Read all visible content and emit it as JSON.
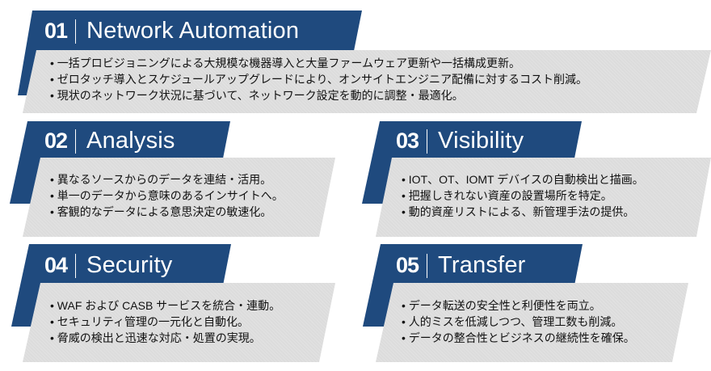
{
  "colors": {
    "header": "#1f4a7e",
    "panel": "#dcdcdc"
  },
  "cards": [
    {
      "number": "01",
      "title": "Network Automation",
      "items": [
        "一括プロビジョニングによる大規模な機器導入と大量ファームウェア更新や一括構成更新。",
        "ゼロタッチ導入とスケジュールアップグレードにより、オンサイトエンジニア配備に対するコスト削減。",
        "現状のネットワーク状況に基づいて、ネットワーク設定を動的に調整・最適化。"
      ]
    },
    {
      "number": "02",
      "title": "Analysis",
      "items": [
        "異なるソースからのデータを連結・活用。",
        "単一のデータから意味のあるインサイトへ。",
        "客観的なデータによる意思決定の敏速化。"
      ]
    },
    {
      "number": "03",
      "title": "Visibility",
      "items": [
        "IOT、OT、IOMT デバイスの自動検出と描画。",
        "把握しきれない資産の設置場所を特定。",
        "動的資産リストによる、新管理手法の提供。"
      ]
    },
    {
      "number": "04",
      "title": "Security",
      "items": [
        "WAF および CASB サービスを統合・連動。",
        "セキュリティ管理の一元化と自動化。",
        "脅威の検出と迅速な対応・処置の実現。"
      ]
    },
    {
      "number": "05",
      "title": "Transfer",
      "items": [
        "データ転送の安全性と利便性を両立。",
        "人的ミスを低減しつつ、管理工数も削減。",
        "データの整合性とビジネスの継続性を確保。"
      ]
    }
  ]
}
